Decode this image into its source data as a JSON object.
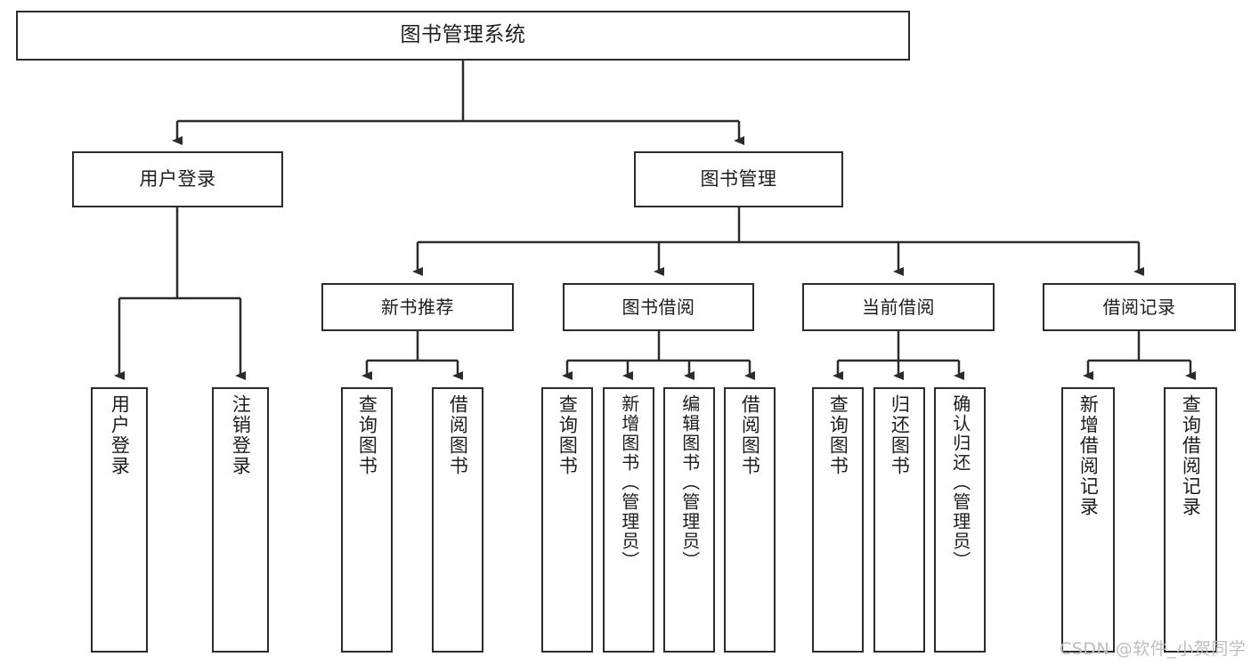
{
  "diagram": {
    "title": "图书管理系统",
    "root": {
      "label": "图书管理系统"
    },
    "level2": [
      {
        "label": "用户登录"
      },
      {
        "label": "图书管理"
      }
    ],
    "level3": [
      {
        "label": "新书推荐"
      },
      {
        "label": "图书借阅"
      },
      {
        "label": "当前借阅"
      },
      {
        "label": "借阅记录"
      }
    ],
    "leaves": {
      "user_login": [
        {
          "label": "用户登录"
        },
        {
          "label": "注销登录"
        }
      ],
      "new_book_recommend": [
        {
          "label": "查询图书"
        },
        {
          "label": "借阅图书"
        }
      ],
      "book_borrow": [
        {
          "label": "查询图书"
        },
        {
          "label": "新增图书（管理员）"
        },
        {
          "label": "编辑图书（管理员）"
        },
        {
          "label": "借阅图书"
        }
      ],
      "current_borrow": [
        {
          "label": "查询图书"
        },
        {
          "label": "归还图书"
        },
        {
          "label": "确认归还（管理员）"
        }
      ],
      "borrow_record": [
        {
          "label": "新增借阅记录"
        },
        {
          "label": "查询借阅记录"
        }
      ]
    }
  },
  "watermark": {
    "text": "CSDN @软件_小贺同学"
  },
  "colors": {
    "border": "#2b2b2b",
    "background": "#ffffff",
    "text": "#1d1d1d",
    "watermark": "#bdbdbd"
  }
}
